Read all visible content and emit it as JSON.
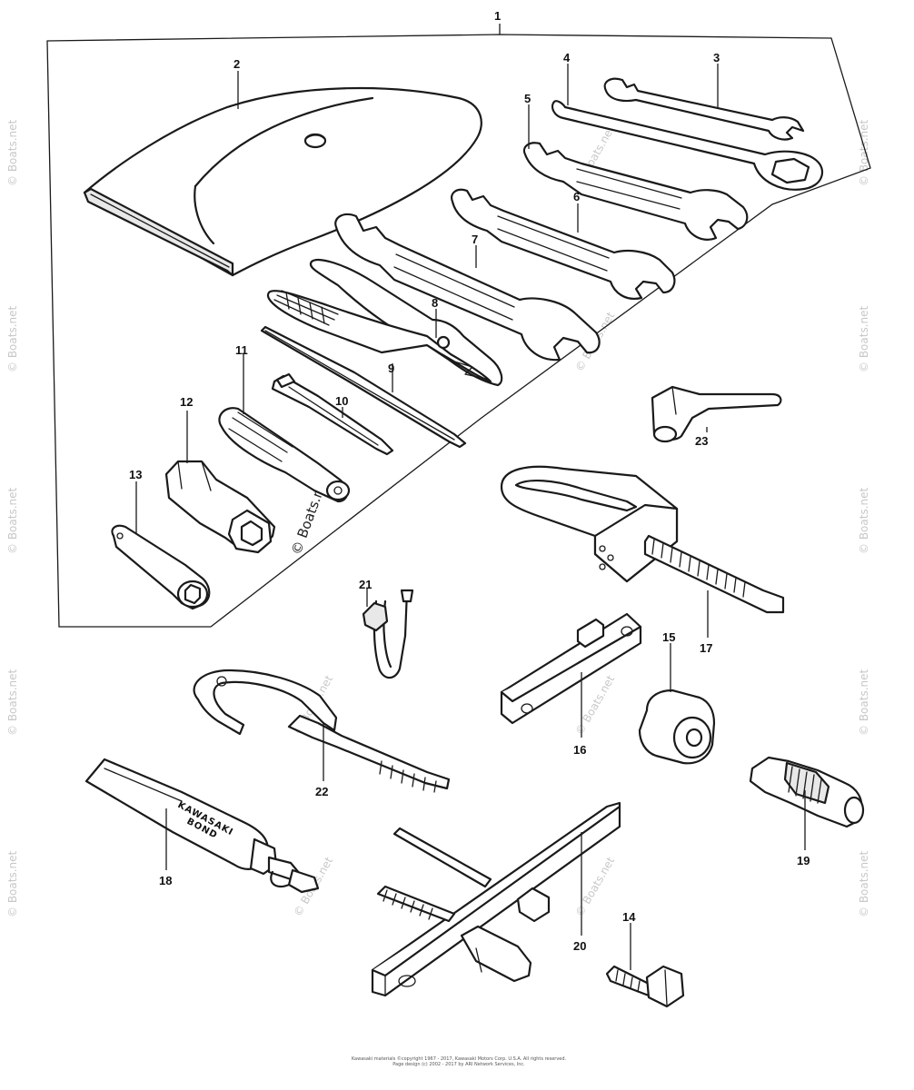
{
  "callouts": {
    "c1": "1",
    "c2": "2",
    "c3": "3",
    "c4": "4",
    "c5": "5",
    "c6": "6",
    "c7": "7",
    "c8": "8",
    "c9": "9",
    "c10": "10",
    "c11": "11",
    "c12": "12",
    "c13": "13",
    "c14": "14",
    "c15": "15",
    "c16": "16",
    "c17": "17",
    "c18": "18",
    "c19": "19",
    "c20": "20",
    "c21": "21",
    "c22": "22",
    "c23": "23"
  },
  "tube_label": {
    "line1": "KAWASAKI",
    "line2": "BOND"
  },
  "watermark": "© Boats.net",
  "footer": {
    "line1": "Kawasaki materials ©copyright 1967 - 2017, Kawasaki Motors Corp. U.S.A. All rights reserved.",
    "line2": "Page design (c) 2002 - 2017 by ARI Network Services, Inc."
  }
}
